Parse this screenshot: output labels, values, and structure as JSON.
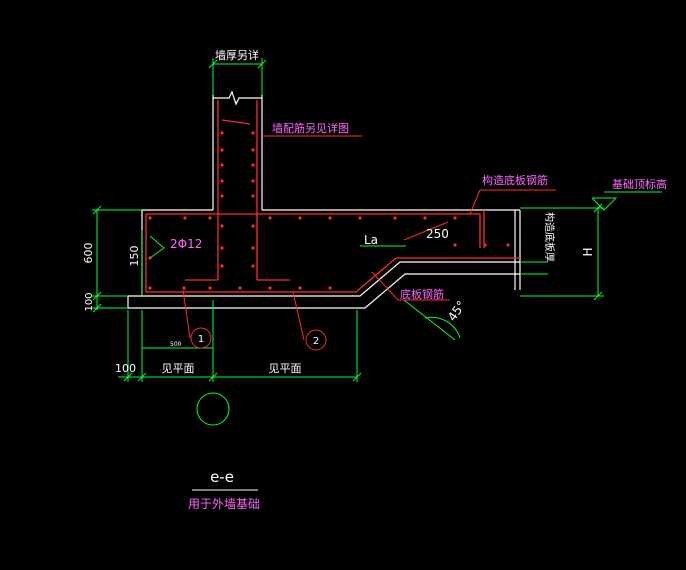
{
  "colors": {
    "background": "#000000",
    "concrete": "#ffffff",
    "rebar": "#ff2a2a",
    "dimension": "#00ff3a",
    "label": "#ff66ff",
    "leader": "#ff2a2a",
    "grid_circle": "#00ff3a",
    "title": "#ffffff"
  },
  "labels": {
    "wall_thickness": "墙厚另详",
    "wall_rebar_note": "墙配筋另见详图",
    "construct_bottom_rebar": "构造底板钢筋",
    "foundation_top_level": "基础顶标高",
    "bottom_slab_rebar": "底板钢筋",
    "construct_slab_thickness": "构造底板厚",
    "anchor_length": "La",
    "dim_250": "250",
    "rebar_spec": "2Φ12",
    "angle": "45°",
    "dim_600": "600",
    "dim_100_left": "100",
    "dim_150": "150",
    "dim_500": "500",
    "dim_100_bottom": "100",
    "see_plan_1": "见平面",
    "see_plan_2": "见平面",
    "height_H": "H",
    "bar_mark_1": "1",
    "bar_mark_2": "2",
    "section_title": "e-e",
    "section_subtitle": "用于外墙基础"
  }
}
